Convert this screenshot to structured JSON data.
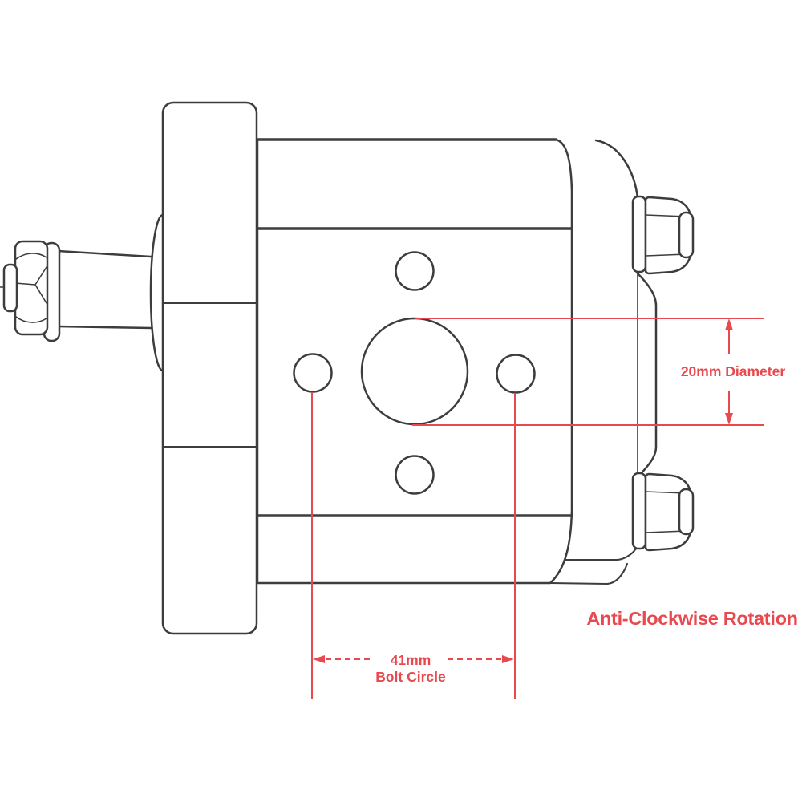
{
  "drawing": {
    "labels": {
      "port_diameter": "20mm Diameter",
      "bolt_circle_line1": "41mm",
      "bolt_circle_line2": "Bolt Circle",
      "rotation_note": "Anti-Clockwise Rotation"
    },
    "values": {
      "port_diameter_mm": 20,
      "bolt_circle_mm": 41
    },
    "colors": {
      "dimension_red": "#e8494e",
      "line_dark": "#3d3d3d",
      "background": "#ffffff"
    }
  }
}
